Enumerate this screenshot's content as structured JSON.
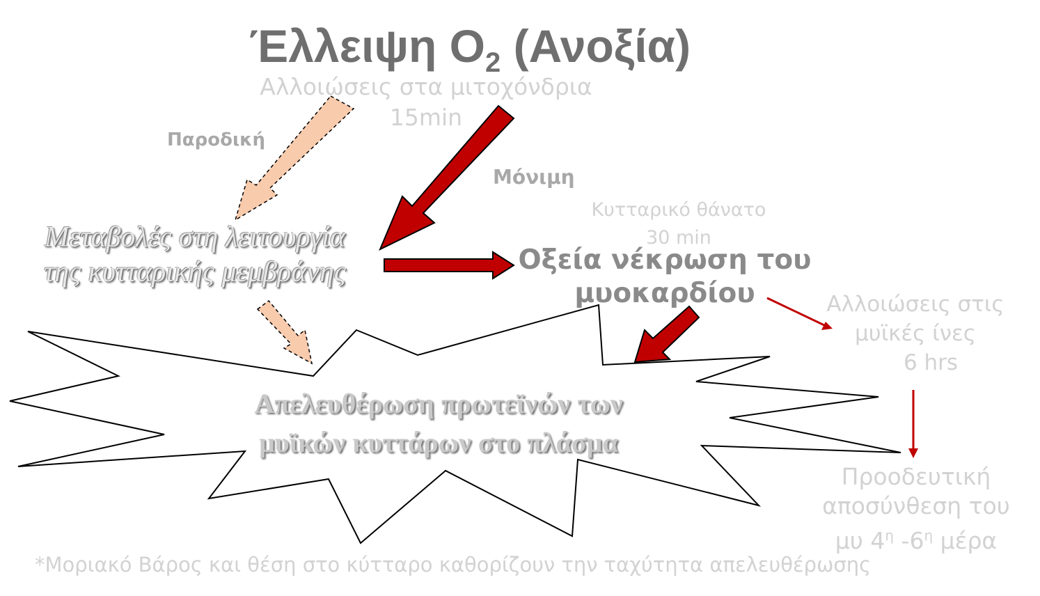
{
  "title": {
    "main": "Έλλειψη Ο",
    "subscript": "2",
    "suffix": " (Ανοξία)"
  },
  "mitochondria": {
    "line1": "Αλλοιώσεις στα μιτοχόνδρια",
    "line2": "15min"
  },
  "labels": {
    "transient": "Παροδική",
    "permanent": "Μόνιμη"
  },
  "cell_death": {
    "line1": "Κυτταρικό θάνατο",
    "line2": "30 min"
  },
  "membrane": {
    "line1": "Μεταβολές στη λειτουργία",
    "line2": "της κυτταρικής μεμβράνης"
  },
  "necrosis": {
    "line1": "Οξεία νέκρωση του",
    "line2": "μυοκαρδίου"
  },
  "fibers": {
    "line1": "Αλλοιώσεις στις",
    "line2": "μυϊκές ίνες",
    "line3": "6 hrs"
  },
  "decomposition": {
    "line1": "Προοδευτική",
    "line2": "αποσύνθεση του",
    "line3_prefix": "μυ 4",
    "sup1": "η",
    "line3_mid": " -6",
    "sup2": "η",
    "line3_suffix": " μέρα"
  },
  "release": {
    "line1": "Απελευθέρωση πρωτεϊνών των",
    "line2": "μυϊκών κυττάρων στο πλάσμα"
  },
  "footnote": "*Μοριακό Βάρος και θέση στο κύτταρο καθορίζουν την ταχύτητα απελευθέρωσης",
  "colors": {
    "red_arrow": "#c00000",
    "peach_arrow": "#f8cbad",
    "title_grey": "#6f6f6f",
    "light_grey": "#d2d2d2"
  }
}
